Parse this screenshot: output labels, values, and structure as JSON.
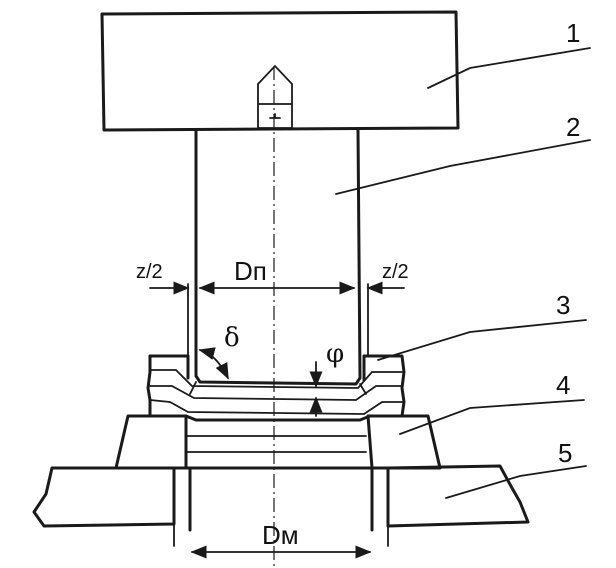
{
  "callouts": {
    "c1": "1",
    "c2": "2",
    "c3": "3",
    "c4": "4",
    "c5": "5"
  },
  "dimensions": {
    "punch_diameter": "Dп",
    "die_diameter": "Dм",
    "clearance_left": "z/2",
    "clearance_right": "z/2",
    "delta": "δ",
    "phi": "φ"
  }
}
